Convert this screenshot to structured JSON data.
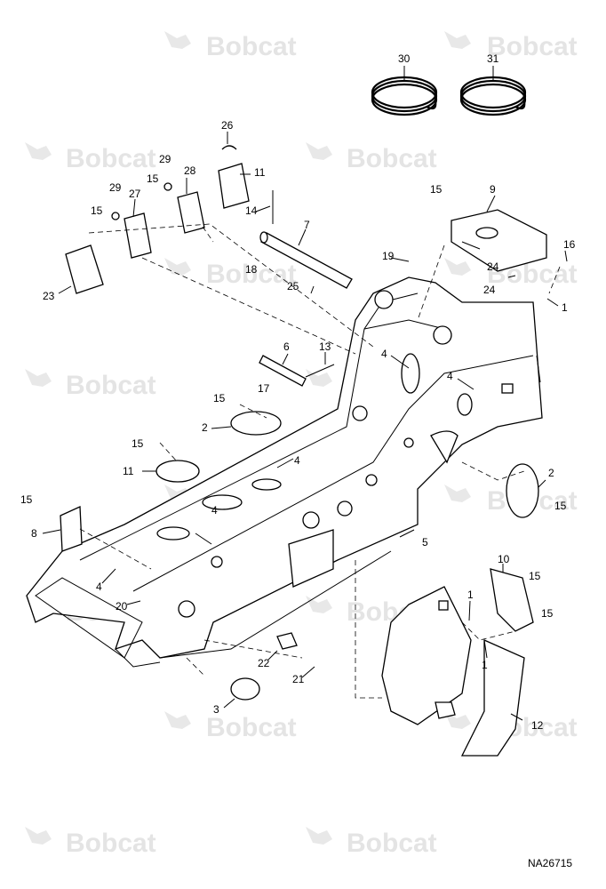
{
  "watermark_text": "Bobcat",
  "reference_code": "NA26715",
  "callouts": [
    "30",
    "31",
    "26",
    "29",
    "28",
    "11",
    "15",
    "29",
    "27",
    "15",
    "14",
    "7",
    "15",
    "9",
    "16",
    "19",
    "24",
    "24",
    "1",
    "23",
    "18",
    "25",
    "13",
    "6",
    "4",
    "4",
    "17",
    "15",
    "2",
    "15",
    "11",
    "4",
    "15",
    "8",
    "4",
    "2",
    "15",
    "5",
    "4",
    "20",
    "10",
    "1",
    "15",
    "15",
    "1",
    "22",
    "21",
    "3",
    "12"
  ]
}
